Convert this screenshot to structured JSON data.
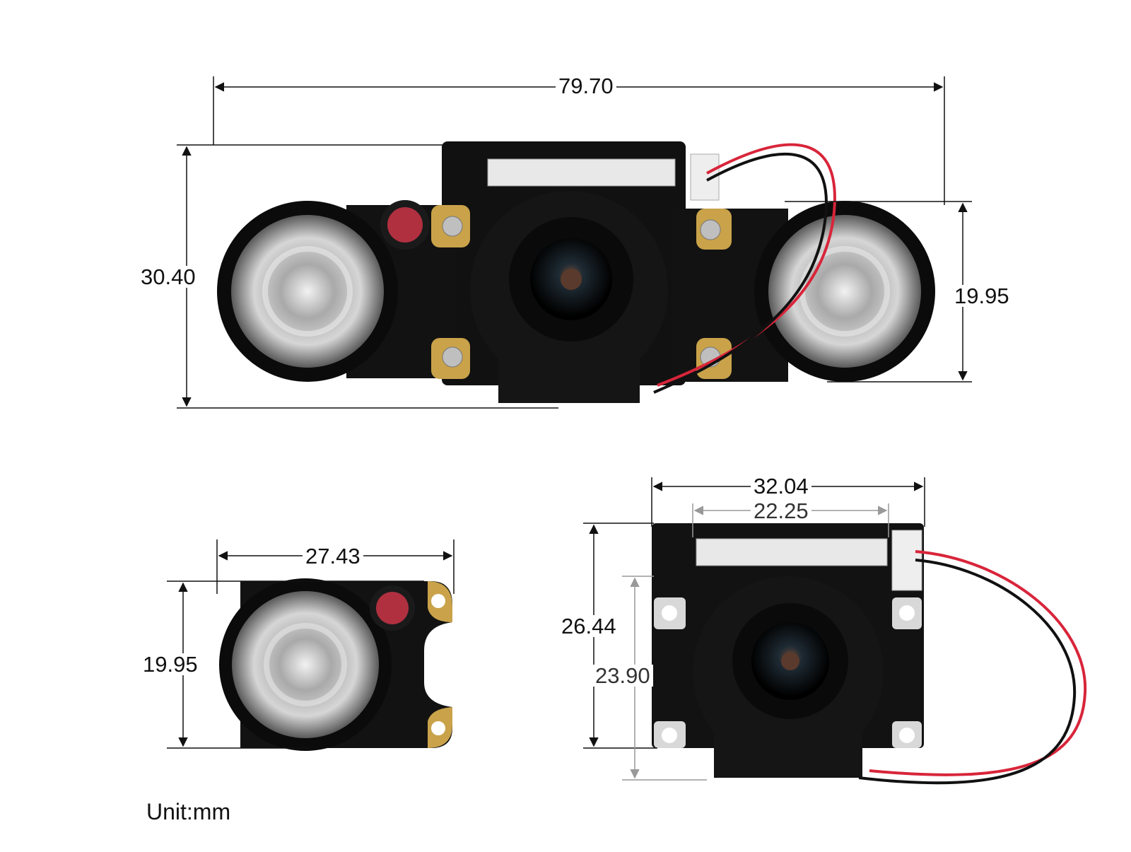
{
  "dimensions": {
    "full_width": "79.70",
    "full_height": "30.40",
    "ir_board_height_top": "19.95",
    "ir_board_width": "27.43",
    "ir_board_height": "19.95",
    "camera_board_width": "32.04",
    "camera_connector_width": "22.25",
    "camera_board_height": "26.44",
    "camera_hole_height": "23.90"
  },
  "unit_label": "Unit:mm",
  "colors": {
    "pcb": "#0d0d0d",
    "gold_pad": "#c9a24a",
    "lens_ring": "#1a1a1a",
    "wire_red": "#d8253a",
    "wire_black": "#111111"
  }
}
